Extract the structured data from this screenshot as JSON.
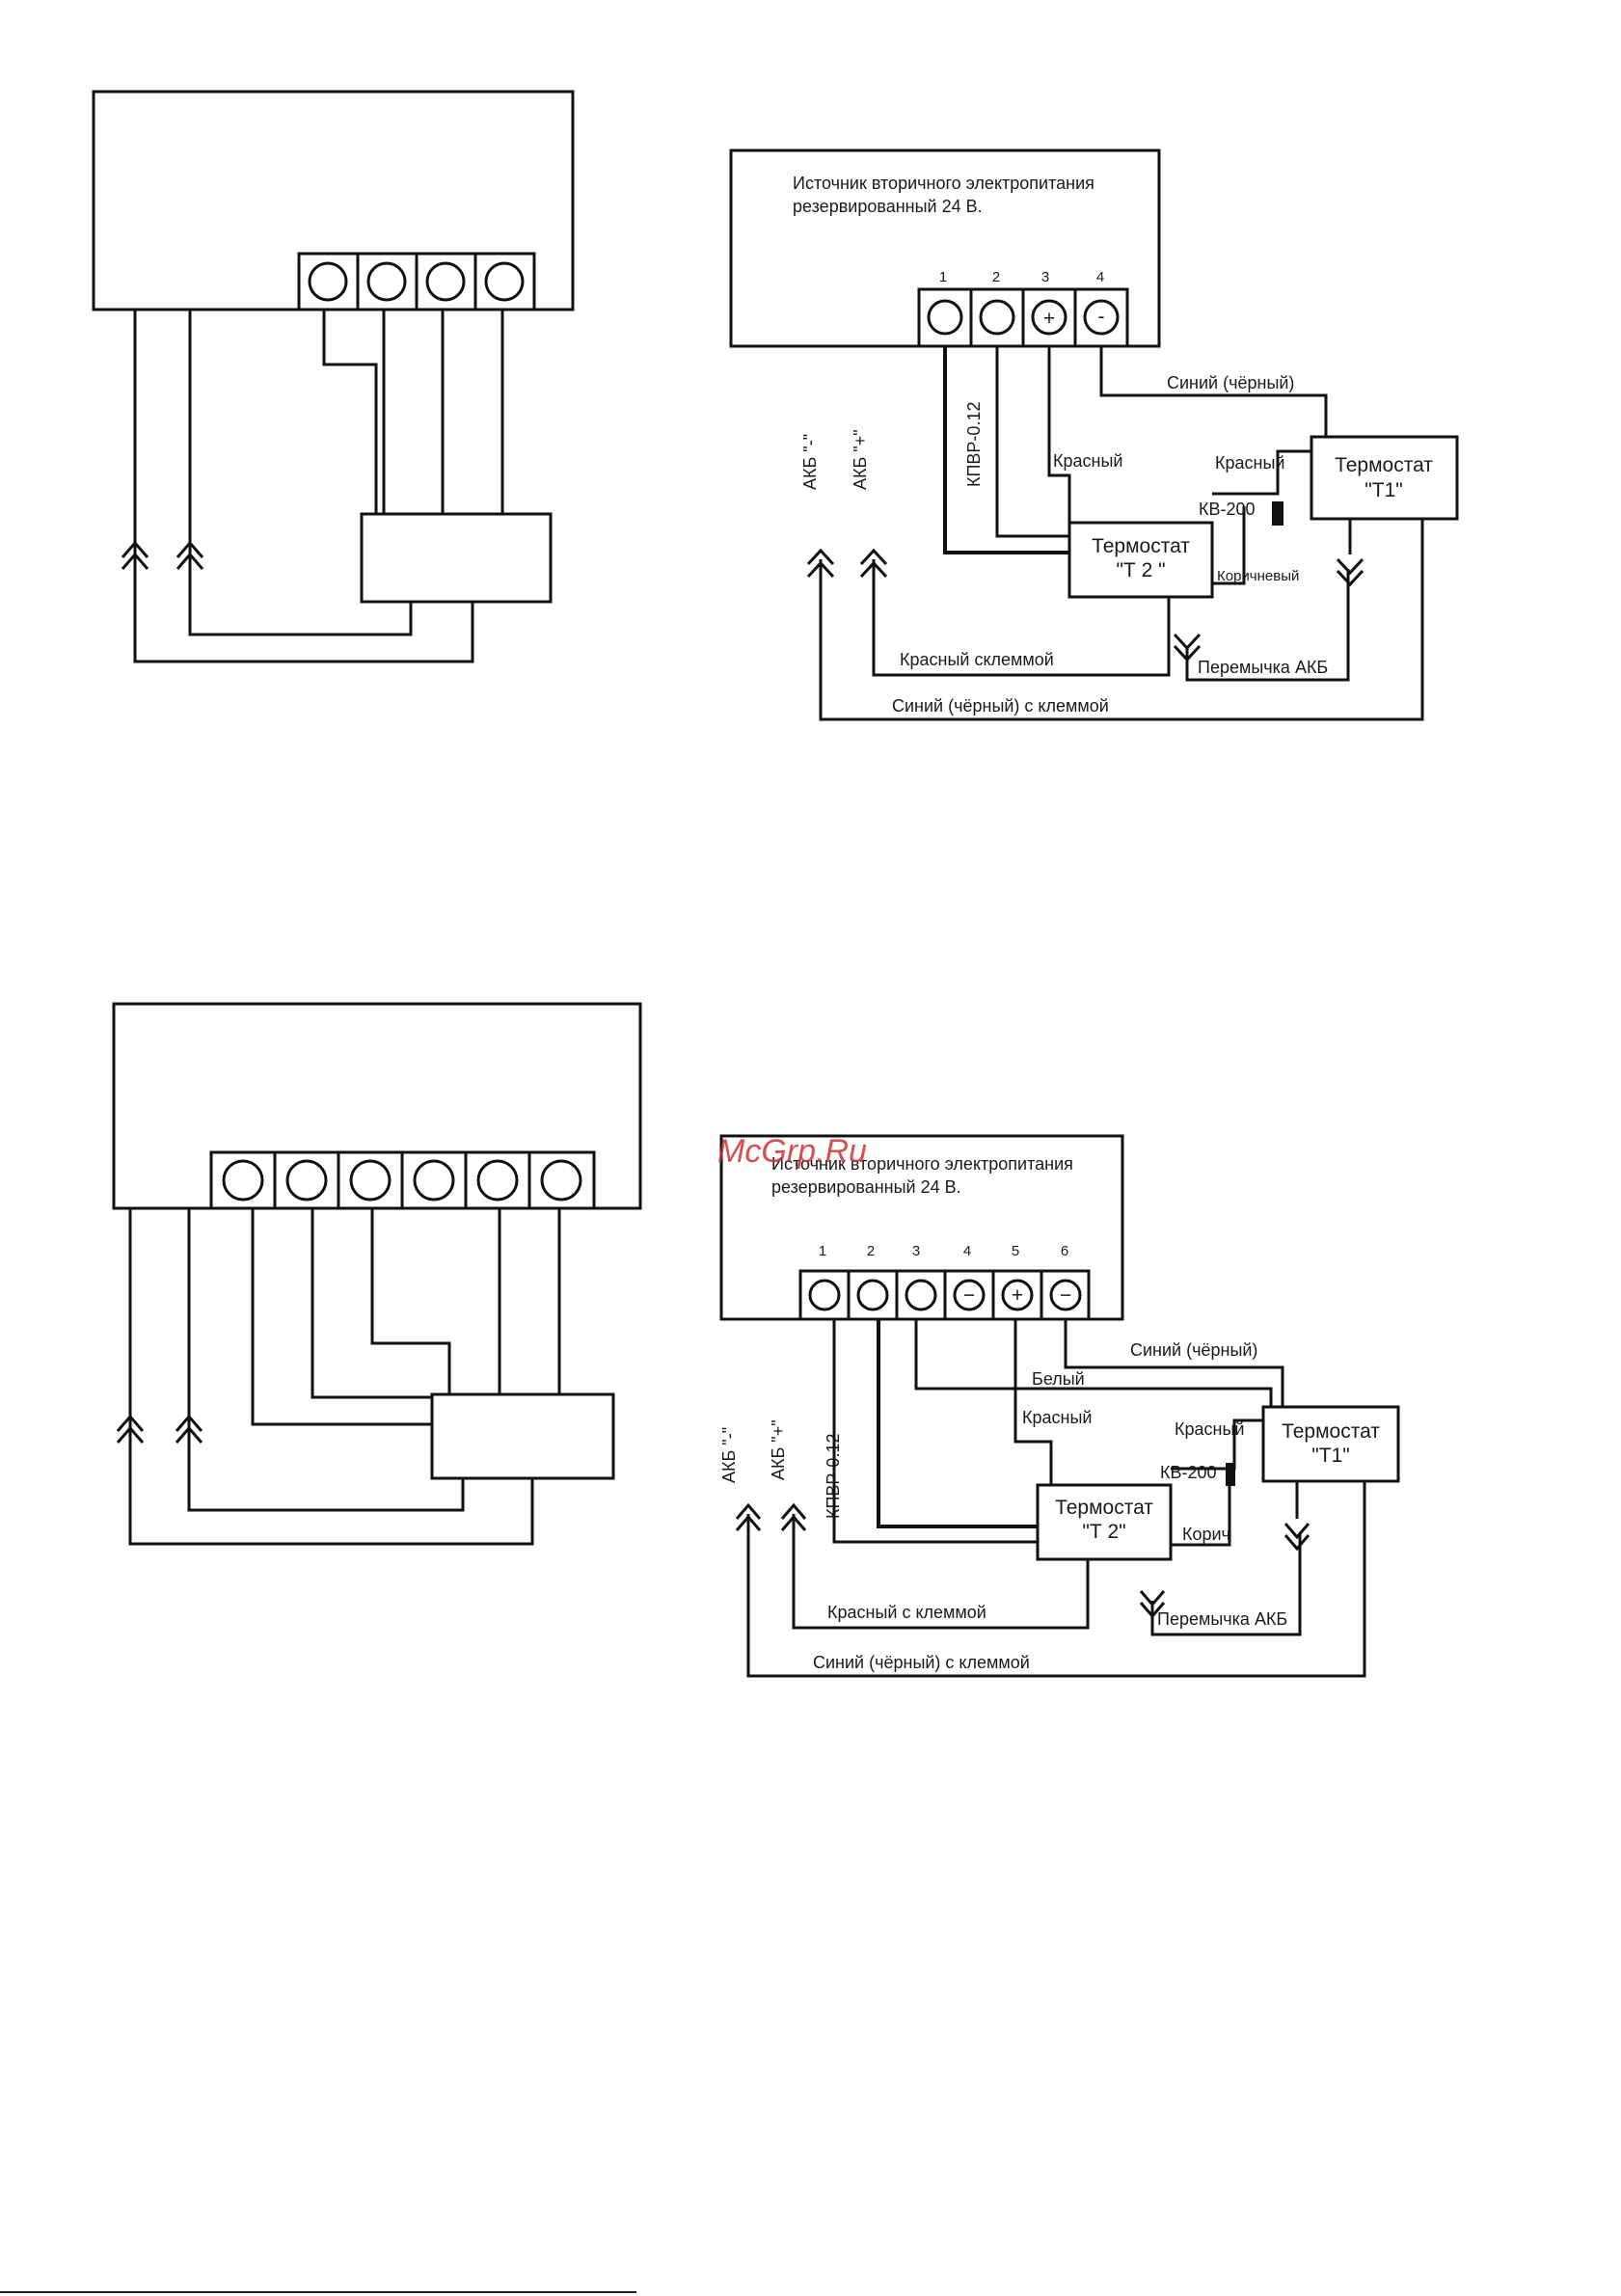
{
  "diagram1": {
    "psu_title_line1": "Источник вторичного электропитания",
    "psu_title_line2": "резервированный 24 В.",
    "terminals": [
      "1",
      "2",
      "3",
      "4"
    ],
    "terminal_symbols": [
      "",
      "",
      "+",
      "-"
    ],
    "labels": {
      "akb_minus": "АКБ \"-\"",
      "akb_plus": "АКБ \"+\"",
      "kpvr": "КПВР-0.12",
      "red_t2": "Красный",
      "blue_black": "Синий (чёрный)",
      "red_kv": "Красный",
      "kv200": "КВ-200",
      "thermostat_t1_line1": "Термостат",
      "thermostat_t1_line2": "\"Т1\"",
      "thermostat_t2_line1": "Термостат",
      "thermostat_t2_line2": "\"Т 2 \"",
      "brown": "Коричневый",
      "akb_jumper": "Перемычка АКБ",
      "red_clamp": "Красный склеммой",
      "blue_clamp": "Синий (чёрный) с клеммой"
    }
  },
  "diagram2": {
    "watermark": "McGrp.Ru",
    "psu_title_line1": "Источник вторичного электропитания",
    "psu_title_line2": "резервированный 24 В.",
    "terminals": [
      "1",
      "2",
      "3",
      "4",
      "5",
      "6"
    ],
    "terminal_symbols": [
      "",
      "",
      "",
      "−",
      "+",
      "−"
    ],
    "labels": {
      "akb_minus": "АКБ \"-\"",
      "akb_plus": "АКБ \"+\"",
      "kpvr": "КПВР-0.12",
      "blue_black": "Синий (чёрный)",
      "white": "Белый",
      "red_t2": "Красный",
      "red_kv": "Красный",
      "kv200": "КВ-200",
      "thermostat_t1_line1": "Термостат",
      "thermostat_t1_line2": "\"Т1\"",
      "thermostat_t2_line1": "Термостат",
      "thermostat_t2_line2": "\"Т 2\"",
      "brown": "Корич",
      "akb_jumper": "Перемычка АКБ",
      "red_clamp": "Красный с клеммой",
      "blue_clamp": "Синий (чёрный) с клеммой"
    }
  }
}
